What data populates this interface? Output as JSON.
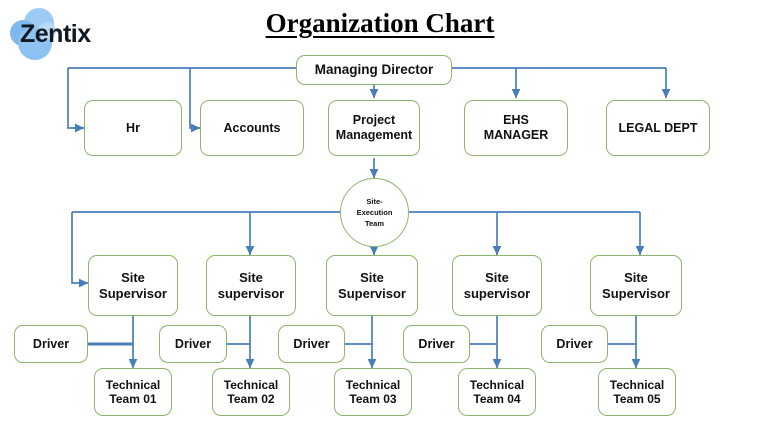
{
  "brand": {
    "logo_text": "Zentix",
    "logo_color": "#7fb8ef"
  },
  "title": "Organization Chart ",
  "theme": {
    "node_border": "#8cb56f",
    "connector": "#4a7ebb",
    "text": "#111111",
    "background": "#ffffff"
  },
  "chart_data": {
    "type": "diagram",
    "title": "Organization Chart ",
    "levels": [
      {
        "name": "executive",
        "nodes": [
          {
            "id": "md",
            "label": "Managing Director"
          }
        ]
      },
      {
        "name": "departments",
        "nodes": [
          {
            "id": "hr",
            "label": "Hr"
          },
          {
            "id": "accounts",
            "label": "Accounts"
          },
          {
            "id": "project",
            "label": "Project\nManagement"
          },
          {
            "id": "ehs",
            "label": "EHS\nMANAGER"
          },
          {
            "id": "legal",
            "label": "LEGAL DEPT"
          }
        ]
      },
      {
        "name": "site-execution",
        "nodes": [
          {
            "id": "site-exec",
            "label": "Site-\nExecution\nTeam",
            "shape": "circle"
          }
        ]
      },
      {
        "name": "supervisors",
        "nodes": [
          {
            "id": "sup1",
            "label": "Site\nSupervisor"
          },
          {
            "id": "sup2",
            "label": "Site\nsupervisor"
          },
          {
            "id": "sup3",
            "label": "Site\nSupervisor"
          },
          {
            "id": "sup4",
            "label": "Site\nsupervisor"
          },
          {
            "id": "sup5",
            "label": "Site\nSupervisor"
          }
        ]
      },
      {
        "name": "drivers",
        "nodes": [
          {
            "id": "drv1",
            "label": "Driver"
          },
          {
            "id": "drv2",
            "label": "Driver"
          },
          {
            "id": "drv3",
            "label": "Driver"
          },
          {
            "id": "drv4",
            "label": "Driver"
          },
          {
            "id": "drv5",
            "label": "Driver"
          }
        ]
      },
      {
        "name": "technical-teams",
        "nodes": [
          {
            "id": "team1",
            "label": "Technical\nTeam 01"
          },
          {
            "id": "team2",
            "label": "Technical\nTeam 02"
          },
          {
            "id": "team3",
            "label": "Technical\nTeam 03"
          },
          {
            "id": "team4",
            "label": "Technical\nTeam 04"
          },
          {
            "id": "team5",
            "label": "Technical\nTeam 05"
          }
        ]
      }
    ],
    "edges": [
      {
        "from": "md",
        "to": "hr"
      },
      {
        "from": "md",
        "to": "accounts"
      },
      {
        "from": "md",
        "to": "project"
      },
      {
        "from": "md",
        "to": "ehs"
      },
      {
        "from": "md",
        "to": "legal"
      },
      {
        "from": "project",
        "to": "site-exec"
      },
      {
        "from": "site-exec",
        "to": "sup1"
      },
      {
        "from": "site-exec",
        "to": "sup2"
      },
      {
        "from": "site-exec",
        "to": "sup3"
      },
      {
        "from": "site-exec",
        "to": "sup4"
      },
      {
        "from": "site-exec",
        "to": "sup5"
      },
      {
        "from": "sup1",
        "to": "team1"
      },
      {
        "from": "sup2",
        "to": "team2"
      },
      {
        "from": "sup3",
        "to": "team3"
      },
      {
        "from": "sup4",
        "to": "team4"
      },
      {
        "from": "sup5",
        "to": "team5"
      },
      {
        "from": "drv1",
        "to": "team1"
      },
      {
        "from": "drv2",
        "to": "team2"
      },
      {
        "from": "drv3",
        "to": "team3"
      },
      {
        "from": "drv4",
        "to": "team4"
      },
      {
        "from": "drv5",
        "to": "team5"
      }
    ]
  }
}
